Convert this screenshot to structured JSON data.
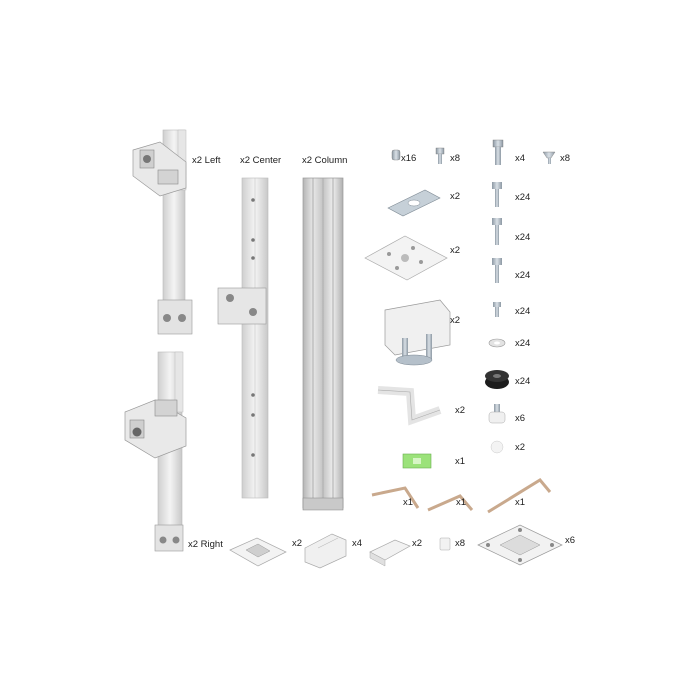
{
  "labels": {
    "left": "x2 Left",
    "center": "x2 Center",
    "column": "x2 Column",
    "right": "x2 Right",
    "screw_small": "x16",
    "screw_hex": "x8",
    "bolt_long": "x4",
    "screw_flat": "x8",
    "plate": "x2",
    "base_plate": "x2",
    "clamp": "x2",
    "bracket": "x2",
    "level": "x1",
    "bolt_a": "x24",
    "bolt_b": "x24",
    "bolt_c": "x24",
    "bolt_d": "x24",
    "washer": "x24",
    "nut": "x24",
    "knob": "x6",
    "cap_round": "x2",
    "key_a": "x1",
    "key_b": "x1",
    "key_c": "x1",
    "vesa": "x6",
    "grommet": "x2",
    "cover_clip": "x4",
    "end_cap": "x2",
    "clip_small": "x8"
  },
  "colors": {
    "aluminum": "#dcdcdc",
    "aluminum_dark": "#9a9a9a",
    "white_part": "#f2f2f2",
    "level_green": "#9be27a",
    "rubber": "#1c1c1c",
    "steel": "#b9c3cc"
  }
}
